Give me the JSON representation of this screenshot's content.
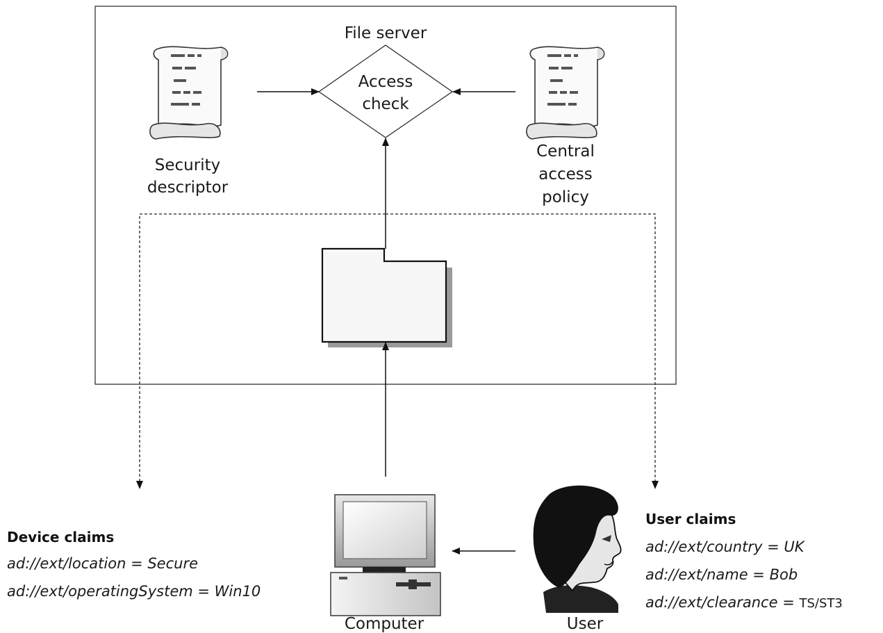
{
  "file_server": {
    "title": "File server",
    "access_check": [
      "Access",
      "check"
    ],
    "security_descriptor": [
      "Security",
      "descriptor"
    ],
    "central_access_policy": [
      "Central",
      "access",
      "policy"
    ]
  },
  "computer": {
    "label": "Computer"
  },
  "user": {
    "label": "User"
  },
  "device_claims": {
    "title": "Device claims",
    "items": [
      "ad://ext/location = Secure",
      "ad://ext/operatingSystem = Win10"
    ]
  },
  "user_claims": {
    "title": "User claims",
    "items": [
      "ad://ext/country = UK",
      "ad://ext/name = Bob"
    ],
    "clearance_prefix": "ad://ext/clearance = ",
    "clearance_value": "TS/ST3"
  }
}
